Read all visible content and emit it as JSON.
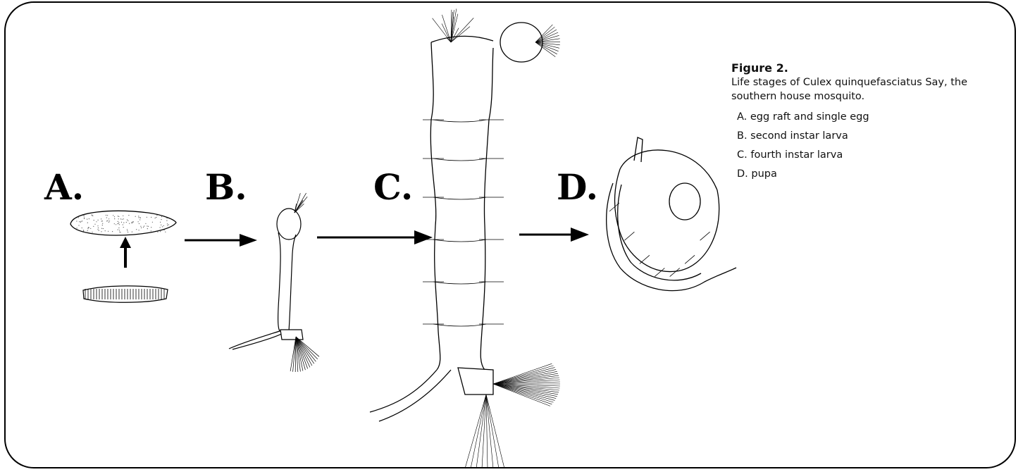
{
  "stages": [
    "A.",
    "B.",
    "C.",
    "D."
  ],
  "caption": {
    "title": "Figure 2.",
    "description": "Life stages of Culex quinquefasciatus Say, the southern house mosquito.",
    "items": [
      "A. egg raft and single egg",
      "B. second instar larva",
      "C. fourth instar larva",
      "D. pupa"
    ]
  },
  "colors": {
    "ink": "#000000",
    "background": "#ffffff"
  }
}
